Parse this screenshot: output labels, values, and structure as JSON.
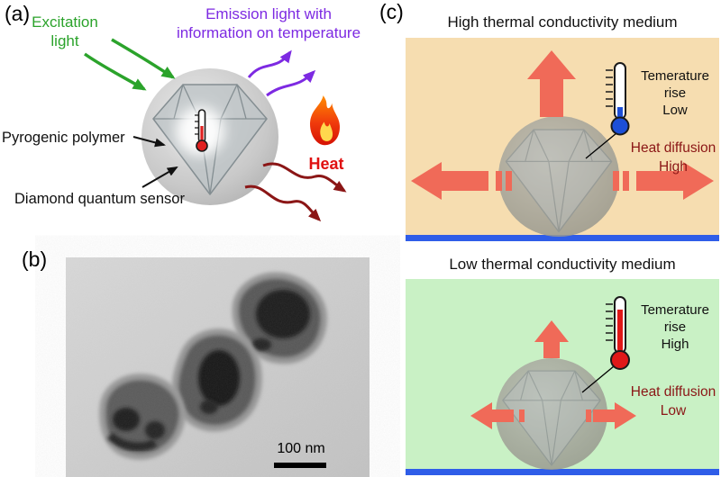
{
  "panel_a": {
    "label": "(a)",
    "excitation_label": "Excitation\nlight",
    "emission_label": "Emission light with\ninformation on temperature",
    "polymer_label": "Pyrogenic polymer",
    "sensor_label": "Diamond quantum sensor",
    "heat_label": "Heat"
  },
  "panel_b": {
    "label": "(b)",
    "scale_label": "100 nm"
  },
  "panel_c": {
    "label": "(c)",
    "high": {
      "title": "High thermal conductivity medium",
      "temp_rise": "Temerature rise\nLow",
      "diffusion": "Heat diffusion\nHigh"
    },
    "low": {
      "title": "Low thermal conductivity medium",
      "temp_rise": "Temerature rise\nHigh",
      "diffusion": "Heat diffusion\nLow"
    }
  },
  "colors": {
    "excitation_green": "#2ba32b",
    "emission_purple": "#7d2ae2",
    "heat_red": "#e01111",
    "heat_maroon": "#8b1616",
    "block_arrow_salmon": "#f06a58",
    "substrate_blue": "#2f5de8",
    "high_bg_tan": "#f6ddb0",
    "low_bg_green": "#c9f1c5"
  }
}
